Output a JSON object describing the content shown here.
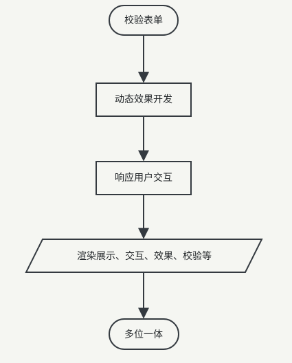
{
  "flowchart": {
    "nodes": [
      {
        "id": "start",
        "shape": "terminal",
        "label": "校验表单"
      },
      {
        "id": "dynamic",
        "shape": "process",
        "label": "动态效果开发"
      },
      {
        "id": "respond",
        "shape": "process",
        "label": "响应用户交互"
      },
      {
        "id": "render",
        "shape": "io",
        "label": "渲染展示、交互、效果、校验等"
      },
      {
        "id": "end",
        "shape": "terminal",
        "label": "多位一体"
      }
    ],
    "edges": [
      {
        "from": "start",
        "to": "dynamic"
      },
      {
        "from": "dynamic",
        "to": "respond"
      },
      {
        "from": "respond",
        "to": "render"
      },
      {
        "from": "render",
        "to": "end"
      }
    ],
    "colors": {
      "stroke": "#343a40",
      "background": "#f5f6f2",
      "text": "#23272a"
    }
  }
}
